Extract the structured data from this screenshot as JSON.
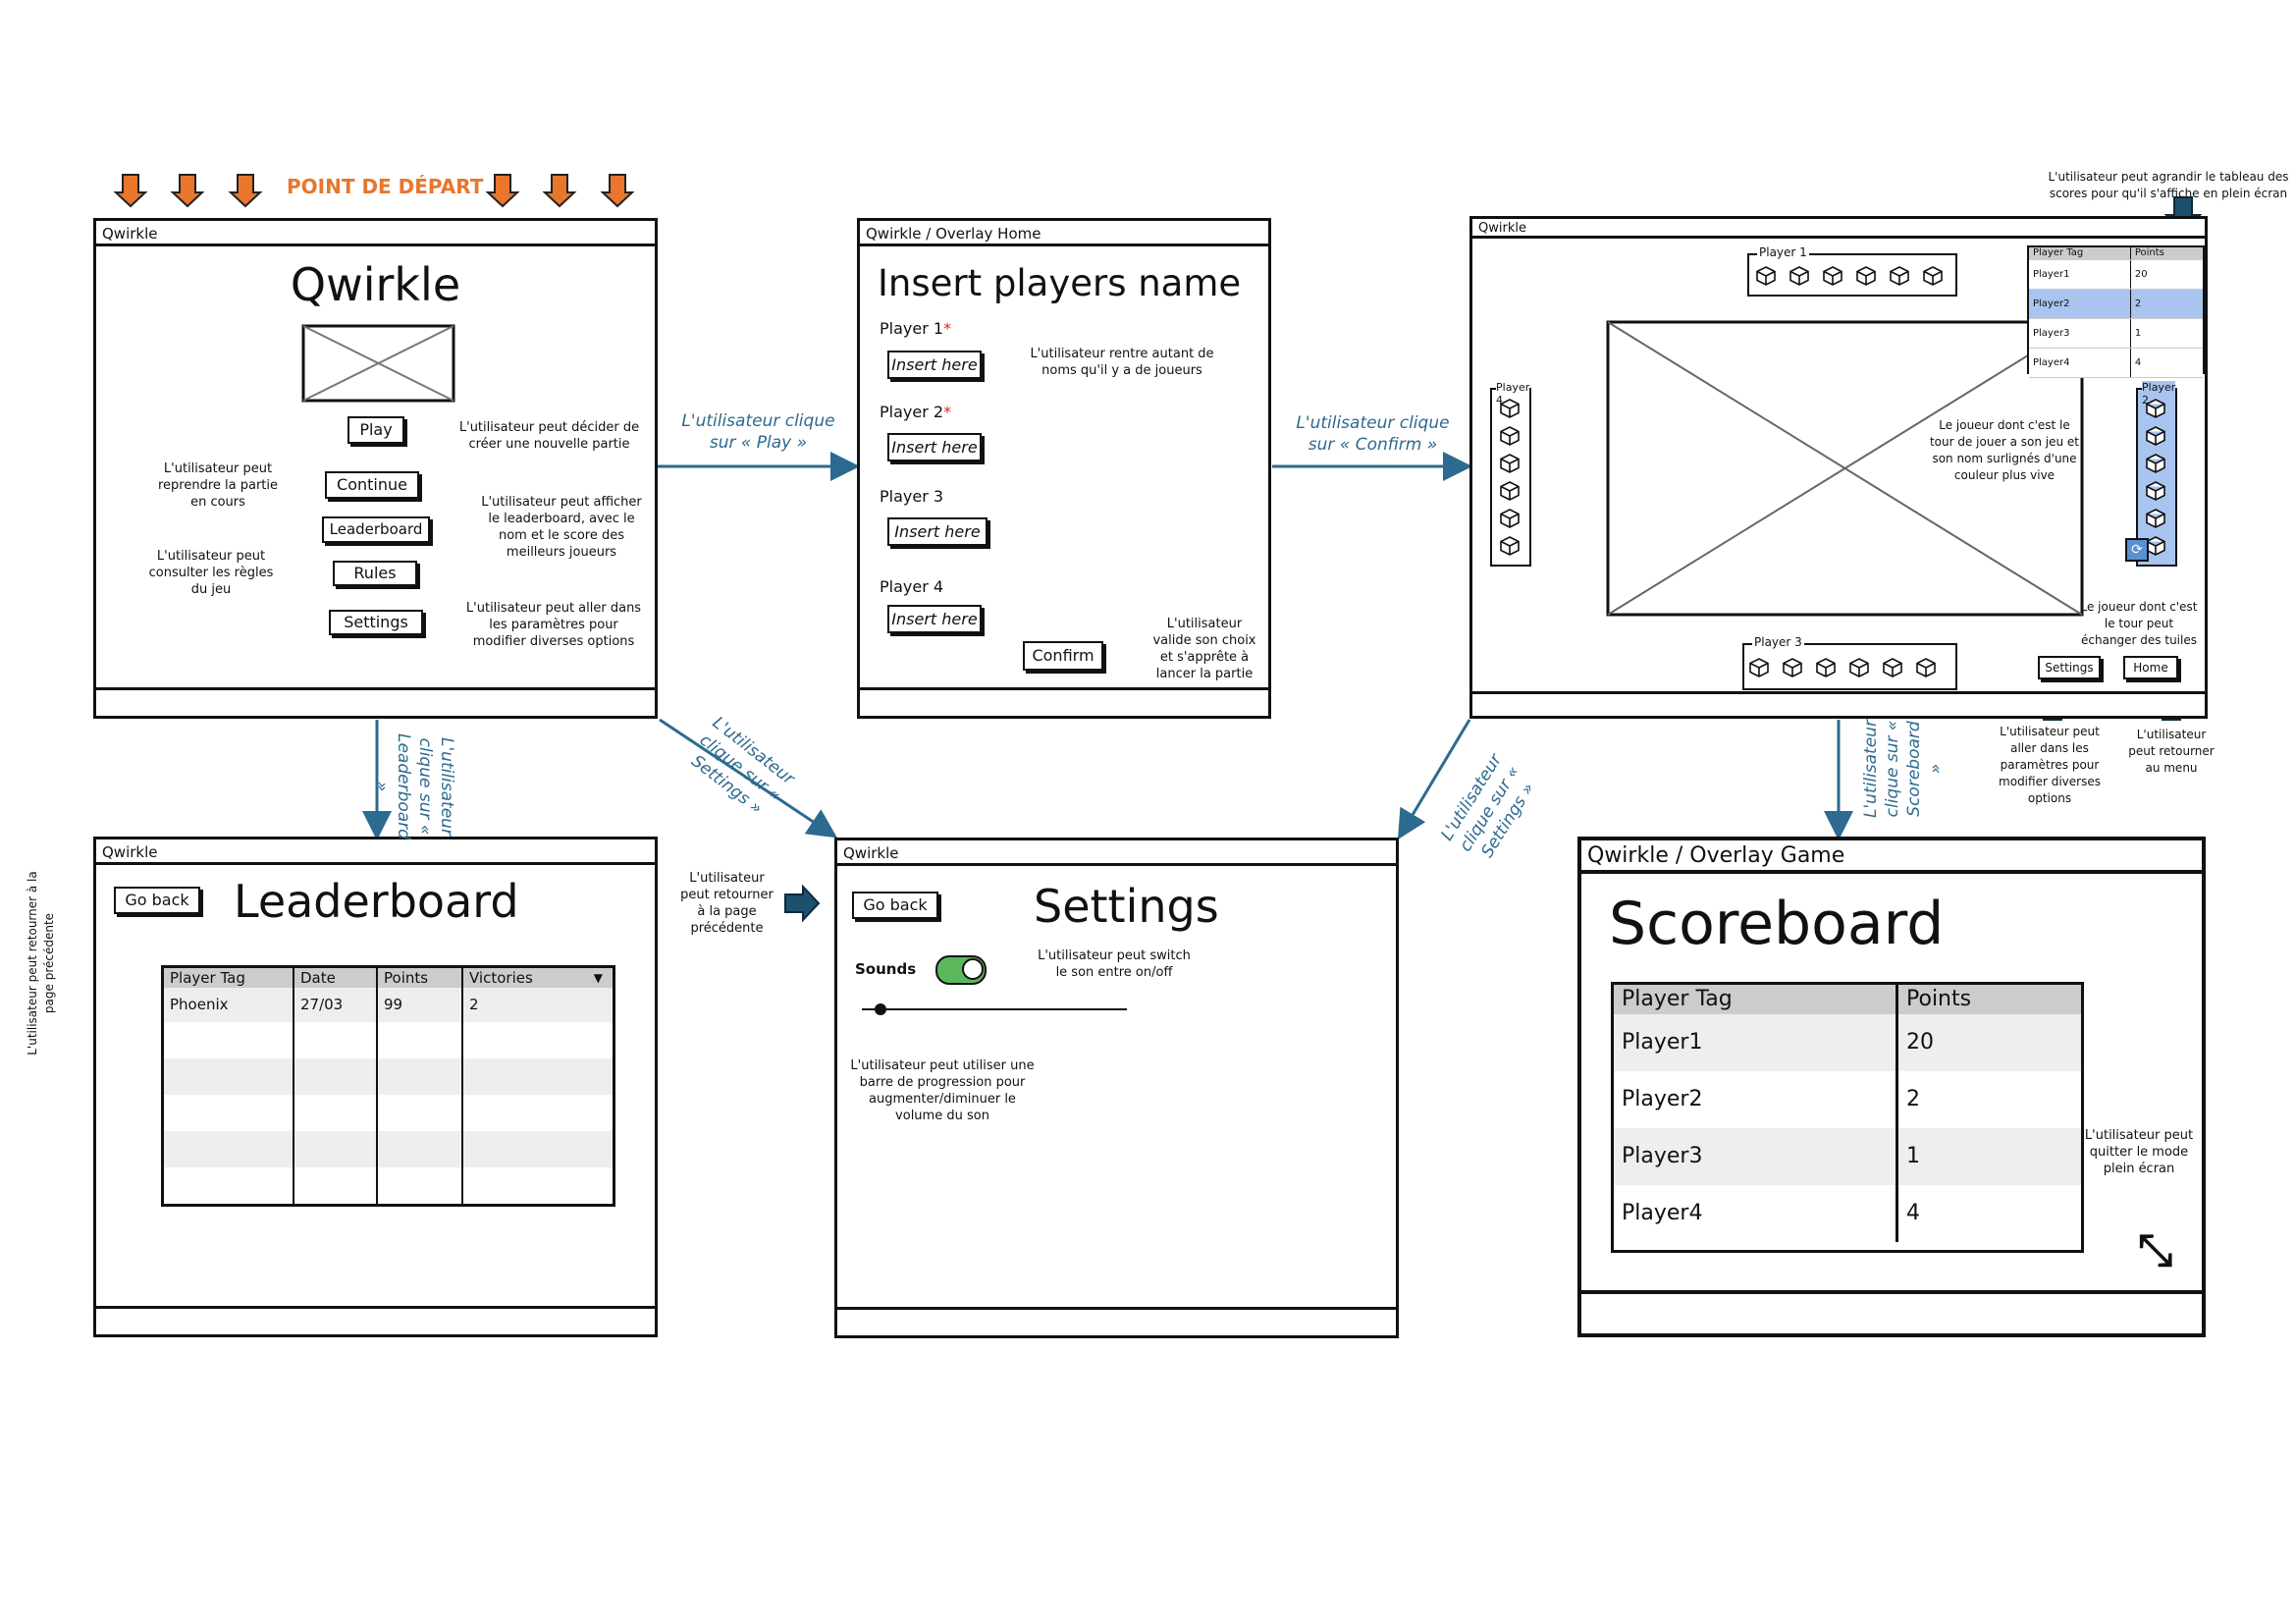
{
  "start": {
    "label": "POINT DE DÉPART",
    "color": "#e8762c"
  },
  "colors": {
    "arrow": "#1d4f6e",
    "flow": "#2d6a8f",
    "highlight": "#a9c4ef",
    "toggle": "#5cb85c",
    "required": "#e02020"
  },
  "home": {
    "bar": "Qwirkle",
    "title": "Qwirkle",
    "play": "Play",
    "continue": "Continue",
    "leaderboard": "Leaderboard",
    "rules": "Rules",
    "settings": "Settings",
    "note_play": "L'utilisateur peut décider de créer une nouvelle partie",
    "note_continue": "L'utilisateur peut reprendre la partie en cours",
    "note_leaderboard": "L'utilisateur peut afficher le leaderboard, avec le nom et le score des meilleurs joueurs",
    "note_rules": "L'utilisateur peut consulter les règles du jeu",
    "note_settings": "L'utilisateur peut aller dans les paramètres pour modifier diverses options"
  },
  "overlay_home": {
    "bar": "Qwirkle / Overlay Home",
    "title": "Insert players name",
    "p1": "Player 1",
    "p2": "Player 2",
    "p3": "Player 3",
    "p4": "Player 4",
    "star": "*",
    "placeholder": "Insert here",
    "confirm": "Confirm",
    "note_insert": "L'utilisateur rentre autant de noms qu'il y a de joueurs",
    "note_confirm": "L'utilisateur valide son choix et s'apprête à lancer la partie"
  },
  "game": {
    "bar": "Qwirkle",
    "player1": "Player 1",
    "player2": "Player 2",
    "player3": "Player 3",
    "player4": "Player 4",
    "score_headers": [
      "Player Tag",
      "Points"
    ],
    "score_rows": [
      [
        "Player1",
        "20"
      ],
      [
        "Player2",
        "2"
      ],
      [
        "Player3",
        "1"
      ],
      [
        "Player4",
        "4"
      ]
    ],
    "settings": "Settings",
    "home": "Home",
    "note_expand": "L'utilisateur peut agrandir le tableau des scores pour qu'il s'affiche en plein écran",
    "note_turn": "Le joueur dont c'est le tour de jouer a son jeu et son nom surlignés d'une couleur plus vive",
    "note_swap": "Le joueur dont c'est le tour peut échanger des tuiles",
    "note_settings": "L'utilisateur peut aller dans les paramètres pour modifier diverses options",
    "note_home": "L'utilisateur peut retourner au menu"
  },
  "leaderboard": {
    "bar": "Qwirkle",
    "title": "Leaderboard",
    "go_back": "Go back",
    "headers": [
      "Player Tag",
      "Date",
      "Points",
      "Victories"
    ],
    "rows": [
      [
        "Phoenix",
        "27/03",
        "99",
        "2"
      ]
    ],
    "note_back": "L'utilisateur peut retourner à la page précédente"
  },
  "settings": {
    "bar": "Qwirkle",
    "title": "Settings",
    "go_back": "Go back",
    "sounds": "Sounds",
    "volume": 0.07,
    "note_back": "L'utilisateur peut retourner à la page précédente",
    "note_switch": "L'utilisateur peut switch le son entre on/off",
    "note_volume": "L'utilisateur peut utiliser une barre de progression pour augmenter/diminuer le volume du son"
  },
  "scoreboard": {
    "bar": "Qwirkle / Overlay Game",
    "title": "Scoreboard",
    "headers": [
      "Player Tag",
      "Points"
    ],
    "rows": [
      [
        "Player1",
        "20"
      ],
      [
        "Player2",
        "2"
      ],
      [
        "Player3",
        "1"
      ],
      [
        "Player4",
        "4"
      ]
    ],
    "note_exit": "L'utilisateur peut quitter le mode plein écran"
  },
  "flows": {
    "play": "L'utilisateur clique sur « Play »",
    "confirm": "L'utilisateur clique sur « Confirm »",
    "leaderboard": "L'utilisateur clique sur « Leaderboard »",
    "settings1": "L'utilisateur clique sur « Settings »",
    "settings2": "L'utilisateur clique sur « Settings »",
    "scoreboard": "L'utilisateur clique sur « Scoreboard »"
  }
}
